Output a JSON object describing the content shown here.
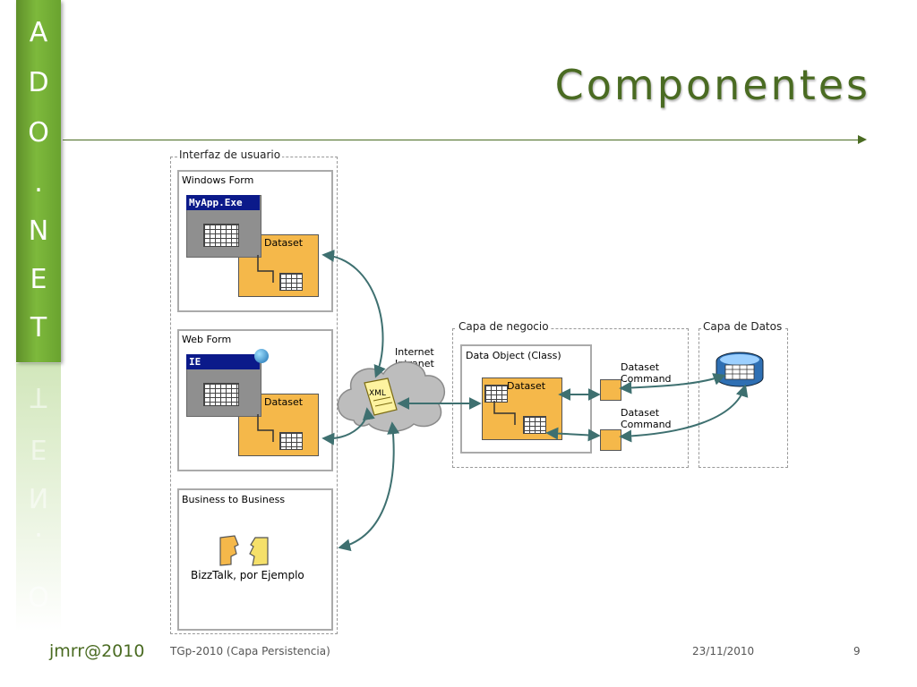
{
  "sidebar": {
    "letters": [
      "A",
      "D",
      "O",
      ".",
      "N",
      "E",
      "T"
    ]
  },
  "slide": {
    "title": "Componentes"
  },
  "diagram": {
    "ui_group_label": "Interfaz de usuario",
    "windows_form": {
      "label": "Windows Form",
      "app_title": "MyApp.Exe",
      "dataset_label": "Dataset"
    },
    "web_form": {
      "label": "Web Form",
      "app_title": "IE",
      "dataset_label": "Dataset"
    },
    "b2b": {
      "label": "Business to Business",
      "caption": "BizzTalk, por Ejemplo"
    },
    "network": {
      "label_line1": "Internet",
      "label_line2": "Intranet",
      "xml_label": "XML"
    },
    "business_layer": {
      "group_label": "Capa de negocio",
      "object_label": "Data Object (Class)",
      "dataset_label": "Dataset",
      "command1_line1": "Dataset",
      "command1_line2": "Command",
      "command2_line1": "Dataset",
      "command2_line2": "Command"
    },
    "data_layer": {
      "group_label": "Capa de Datos"
    }
  },
  "footer": {
    "author": "jmrr@2010",
    "course": "TGp-2010 (Capa Persistencia)",
    "date": "23/11/2010",
    "page": "9"
  },
  "colors": {
    "accent_green": "#7db93c",
    "title_green": "#4a6b22",
    "dataset_orange": "#f5b84a",
    "arrow_teal": "#3e7070",
    "app_title_blue": "#0b1a8a"
  }
}
